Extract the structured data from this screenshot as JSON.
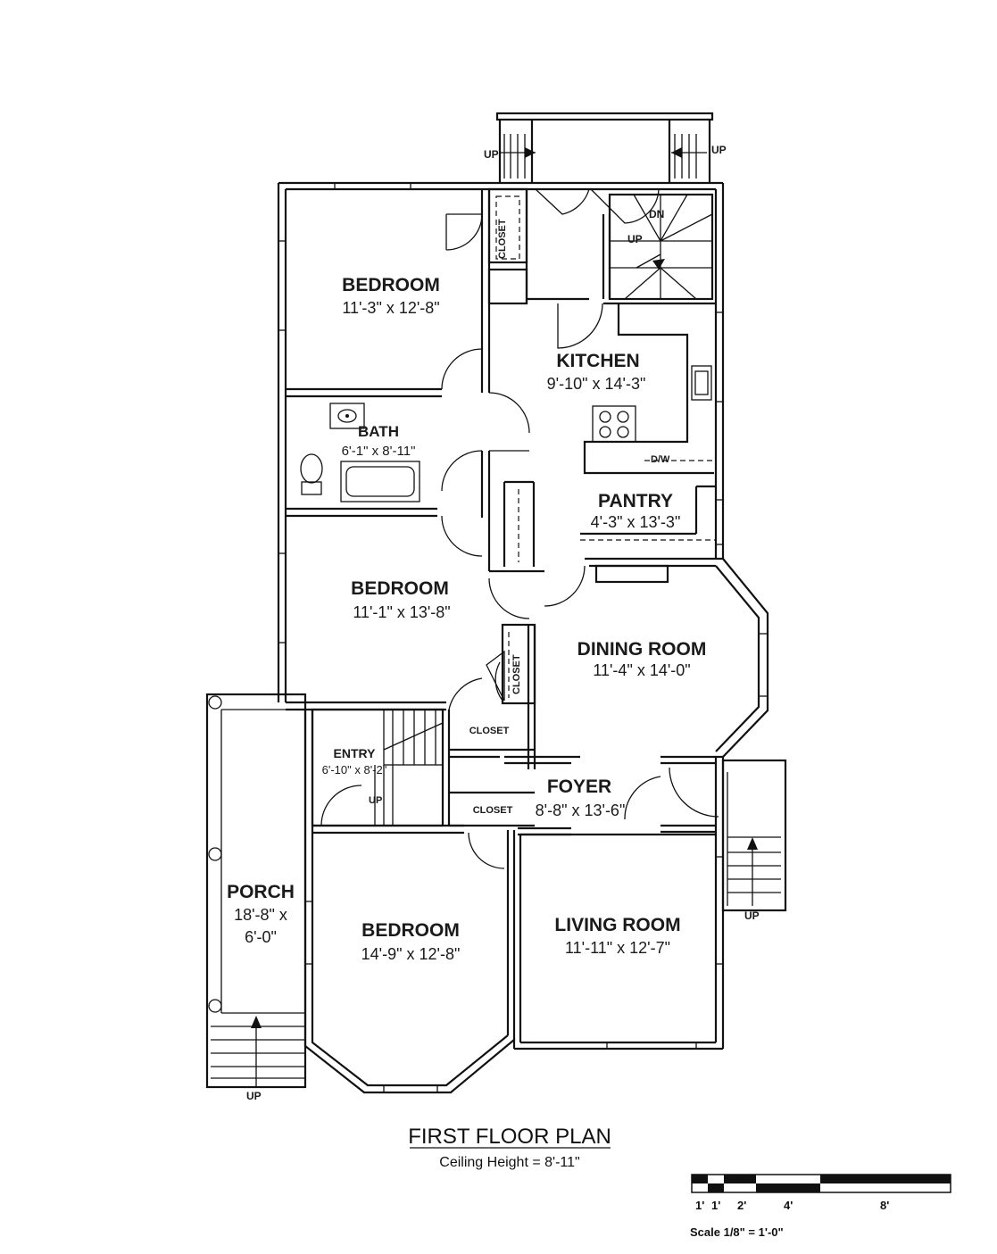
{
  "rooms": {
    "bedroom_top": {
      "name": "BEDROOM",
      "dims": "11'-3\" x 12'-8\""
    },
    "kitchen": {
      "name": "KITCHEN",
      "dims": "9'-10\" x 14'-3\""
    },
    "bath": {
      "name": "BATH",
      "dims": "6'-1\" x 8'-11\""
    },
    "pantry": {
      "name": "PANTRY",
      "dims": "4'-3\" x 13'-3\""
    },
    "bedroom_mid": {
      "name": "BEDROOM",
      "dims": "11'-1\" x 13'-8\""
    },
    "dining": {
      "name": "DINING ROOM",
      "dims": "11'-4\" x 14'-0\""
    },
    "entry": {
      "name": "ENTRY",
      "dims": "6'-10\" x 8'-2\""
    },
    "foyer": {
      "name": "FOYER",
      "dims": "8'-8\" x 13'-6\""
    },
    "porch": {
      "name": "PORCH",
      "dims_line1": "18'-8\" x",
      "dims_line2": "6'-0\""
    },
    "bedroom_bottom": {
      "name": "BEDROOM",
      "dims": "14'-9\" x 12'-8\""
    },
    "living": {
      "name": "LIVING ROOM",
      "dims": "11'-11\" x 12'-7\""
    }
  },
  "labels": {
    "closet": "CLOSET",
    "up": "UP",
    "dn": "DN",
    "dw": "D/W"
  },
  "title": {
    "main": "FIRST FLOOR PLAN",
    "sub": "Ceiling Height = 8'-11\""
  },
  "scale_bar": {
    "ticks": [
      "1'",
      "1'",
      "2'",
      "4'",
      "8'"
    ],
    "label": "Scale  1/8\" = 1'-0\""
  },
  "colors": {
    "line": "#111111",
    "background": "#ffffff"
  }
}
